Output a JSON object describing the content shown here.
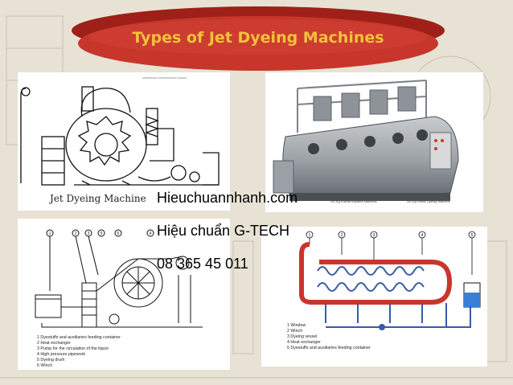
{
  "slide": {
    "title": "Types of Jet Dyeing Machines",
    "colors": {
      "banner_red": "#c8362b",
      "banner_dark": "#9e2018",
      "title_yellow": "#f2c23a",
      "background": "#e7e2d4"
    }
  },
  "figures": {
    "jet_sketch": {
      "caption": "Jet Dyeing Machine"
    },
    "photo_machine": {
      "left_label": "750 Kg Kuwait Boyama Makinesi",
      "right_label": "750 Kg Fabric Dyeing Machine"
    },
    "schematic_left": {
      "callouts": [
        "1",
        "2",
        "3",
        "5",
        "6",
        "4"
      ],
      "legend": [
        "1 Dyestuffs and auxiliaries feeding container",
        "2 Heat exchanger",
        "3 Pump for the circulation of the liquor",
        "4 High pressure pipework",
        "5 Dyeing drum",
        "6 Winch"
      ]
    },
    "schematic_right": {
      "callouts": [
        "1",
        "2",
        "3",
        "4",
        "5"
      ],
      "legend": [
        "1 Window",
        "2 Winch",
        "3 Dyeing vessel",
        "4 Heat exchanger",
        "5 Dyestuffs and auxiliaries feeding container"
      ]
    }
  },
  "watermark": {
    "line1": "Hieuchuannhanh.com",
    "line2": "Hiệu chuẩn G-TECH",
    "line3": "08 365 45 011"
  }
}
